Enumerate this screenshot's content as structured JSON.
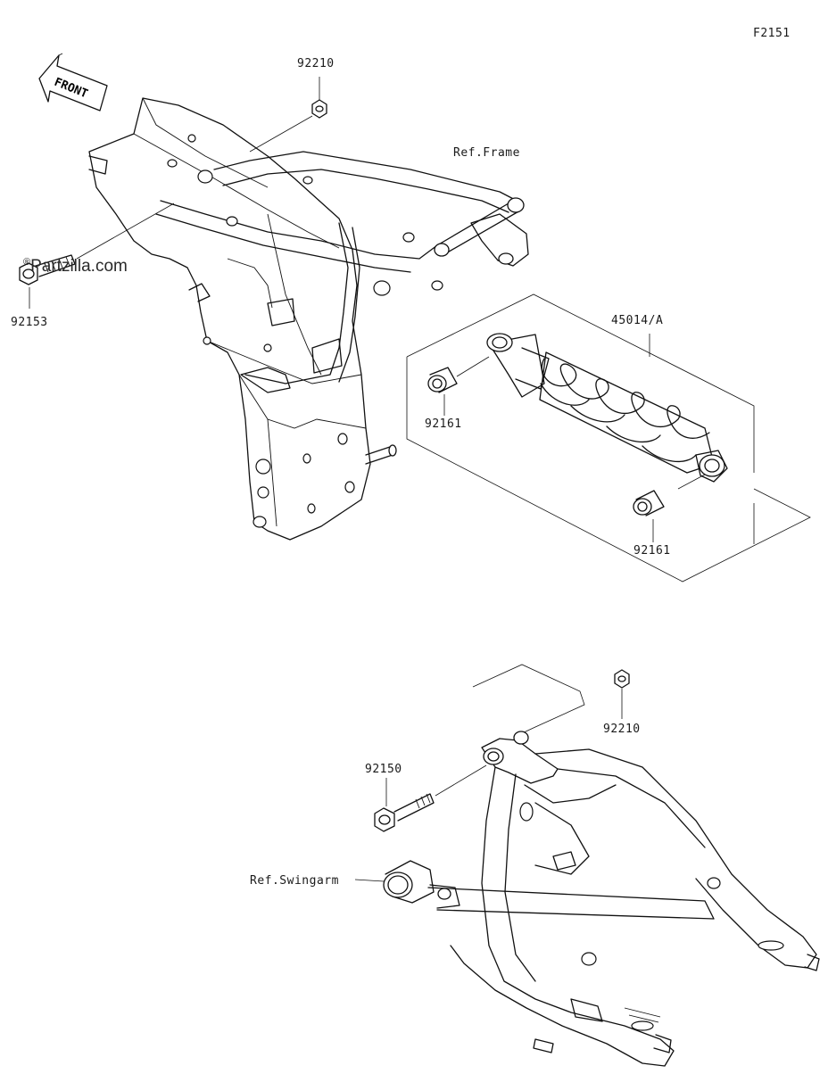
{
  "diagram_id": "F2151",
  "watermark": "Partzilla.com",
  "front_arrow": "FRONT",
  "parts": {
    "nut_top": "92210",
    "ref_frame": "Ref.Frame",
    "bolt_left": "92153",
    "shock_absorber": "45014/A",
    "collar_upper": "92161",
    "collar_lower": "92161",
    "nut_lower": "92210",
    "bolt_lower": "92150",
    "ref_swingarm": "Ref.Swingarm"
  }
}
